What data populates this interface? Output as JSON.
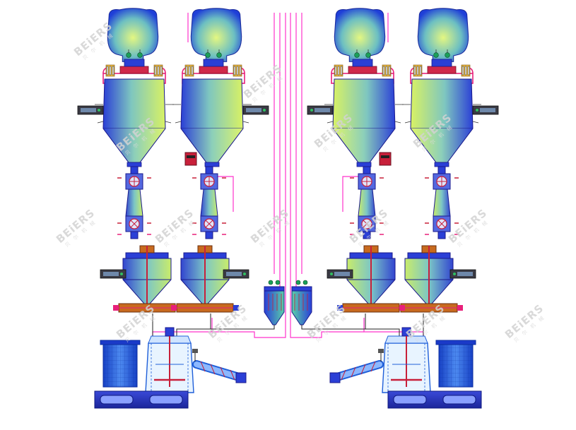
{
  "watermark": {
    "brand": "BEiERS",
    "sub": "贝 尔 机 械"
  },
  "colors": {
    "pipe_magenta": "#ff33cc",
    "outline": "#1a1a8c",
    "vessel_top": "#2b3fd6",
    "vessel_mid": "#5fb0c8",
    "vessel_bottom": "#d8f060",
    "equipment_red": "#c8203a",
    "equipment_orange": "#c86a1e",
    "motor_blue": "#1f5fd9",
    "base_blue": "#2c39c8",
    "line_black": "#222222"
  },
  "layout": {
    "system_count": 2,
    "storage_silos_per_system": 2,
    "layout_note": "mirrored left/right production lines"
  }
}
